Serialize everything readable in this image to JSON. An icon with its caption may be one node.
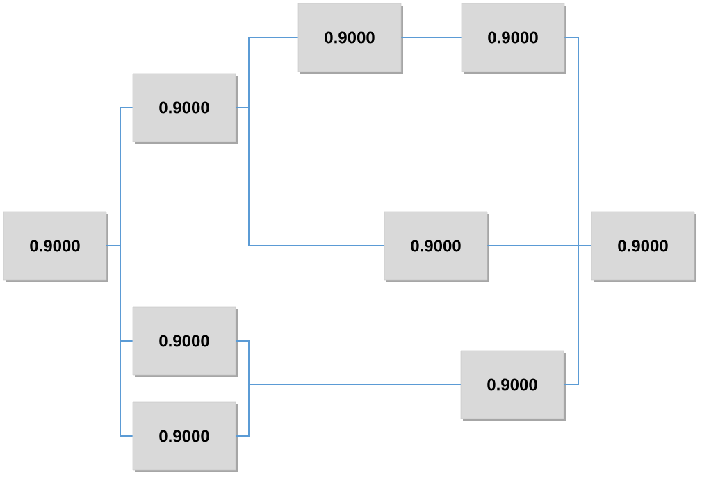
{
  "diagram": {
    "nodes": [
      {
        "text": [
          "0.9000"
        ]
      },
      {
        "text": [
          "0.9000"
        ]
      },
      {
        "text": [
          "0.9000"
        ]
      },
      {
        "text": [
          "0.9000"
        ]
      },
      {
        "text": [
          "0.9000"
        ]
      },
      {
        "text": [
          "0.9000"
        ]
      },
      {
        "text": [
          "0.9000"
        ]
      },
      {
        "text": [
          "0.9000"
        ]
      },
      {
        "text": [
          "0.9000"
        ]
      }
    ],
    "edges": [
      {
        "from": 3,
        "to": 2,
        "arrow": "none"
      },
      {
        "from": 3,
        "to": 6,
        "arrow": "none"
      },
      {
        "from": 3,
        "to": 8,
        "arrow": "none"
      },
      {
        "from": 2,
        "to": 0,
        "arrow": "none"
      },
      {
        "from": 2,
        "to": 4,
        "arrow": "none"
      },
      {
        "from": 0,
        "to": 1,
        "arrow": "none"
      },
      {
        "from": 1,
        "to": 5,
        "arrow": "none"
      },
      {
        "from": 4,
        "to": 5,
        "arrow": "none"
      },
      {
        "from": 6,
        "to": 7,
        "arrow": "none"
      },
      {
        "from": 8,
        "to": 7,
        "arrow": "none"
      },
      {
        "from": 7,
        "to": 5,
        "arrow": "none"
      }
    ]
  }
}
